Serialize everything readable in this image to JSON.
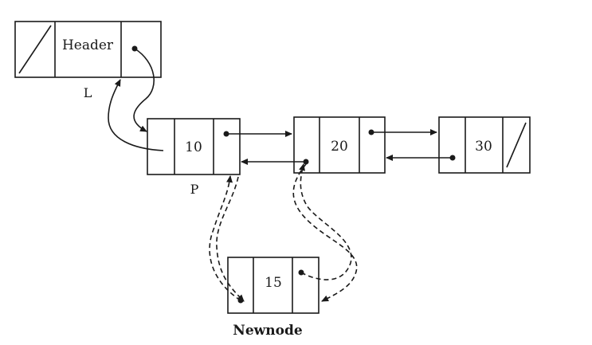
{
  "header_node": {
    "label": "Header"
  },
  "nodes": [
    {
      "value": "10"
    },
    {
      "value": "20"
    },
    {
      "value": "30"
    }
  ],
  "new_node": {
    "value": "15",
    "caption": "Newnode"
  },
  "pointer_labels": {
    "list": "L",
    "current": "P"
  },
  "colors": {
    "ink": "#1a1a1a",
    "background": "#ffffff"
  }
}
